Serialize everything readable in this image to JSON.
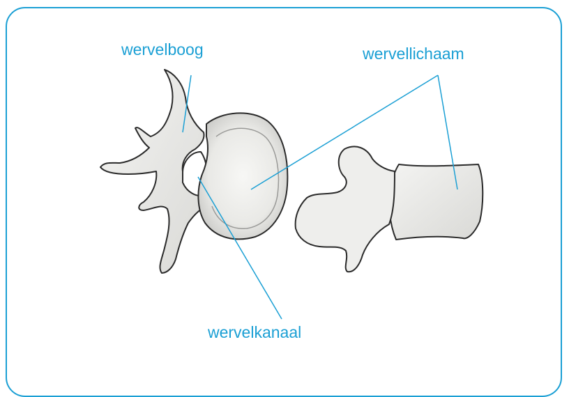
{
  "diagram": {
    "labels": {
      "arch": "wervelboog",
      "body": "wervellichaam",
      "canal": "wervelkanaal"
    },
    "colors": {
      "accent": "#1a9fd4",
      "bone_fill": "#f1f1ef",
      "bone_stroke": "#2a2a2a"
    }
  }
}
